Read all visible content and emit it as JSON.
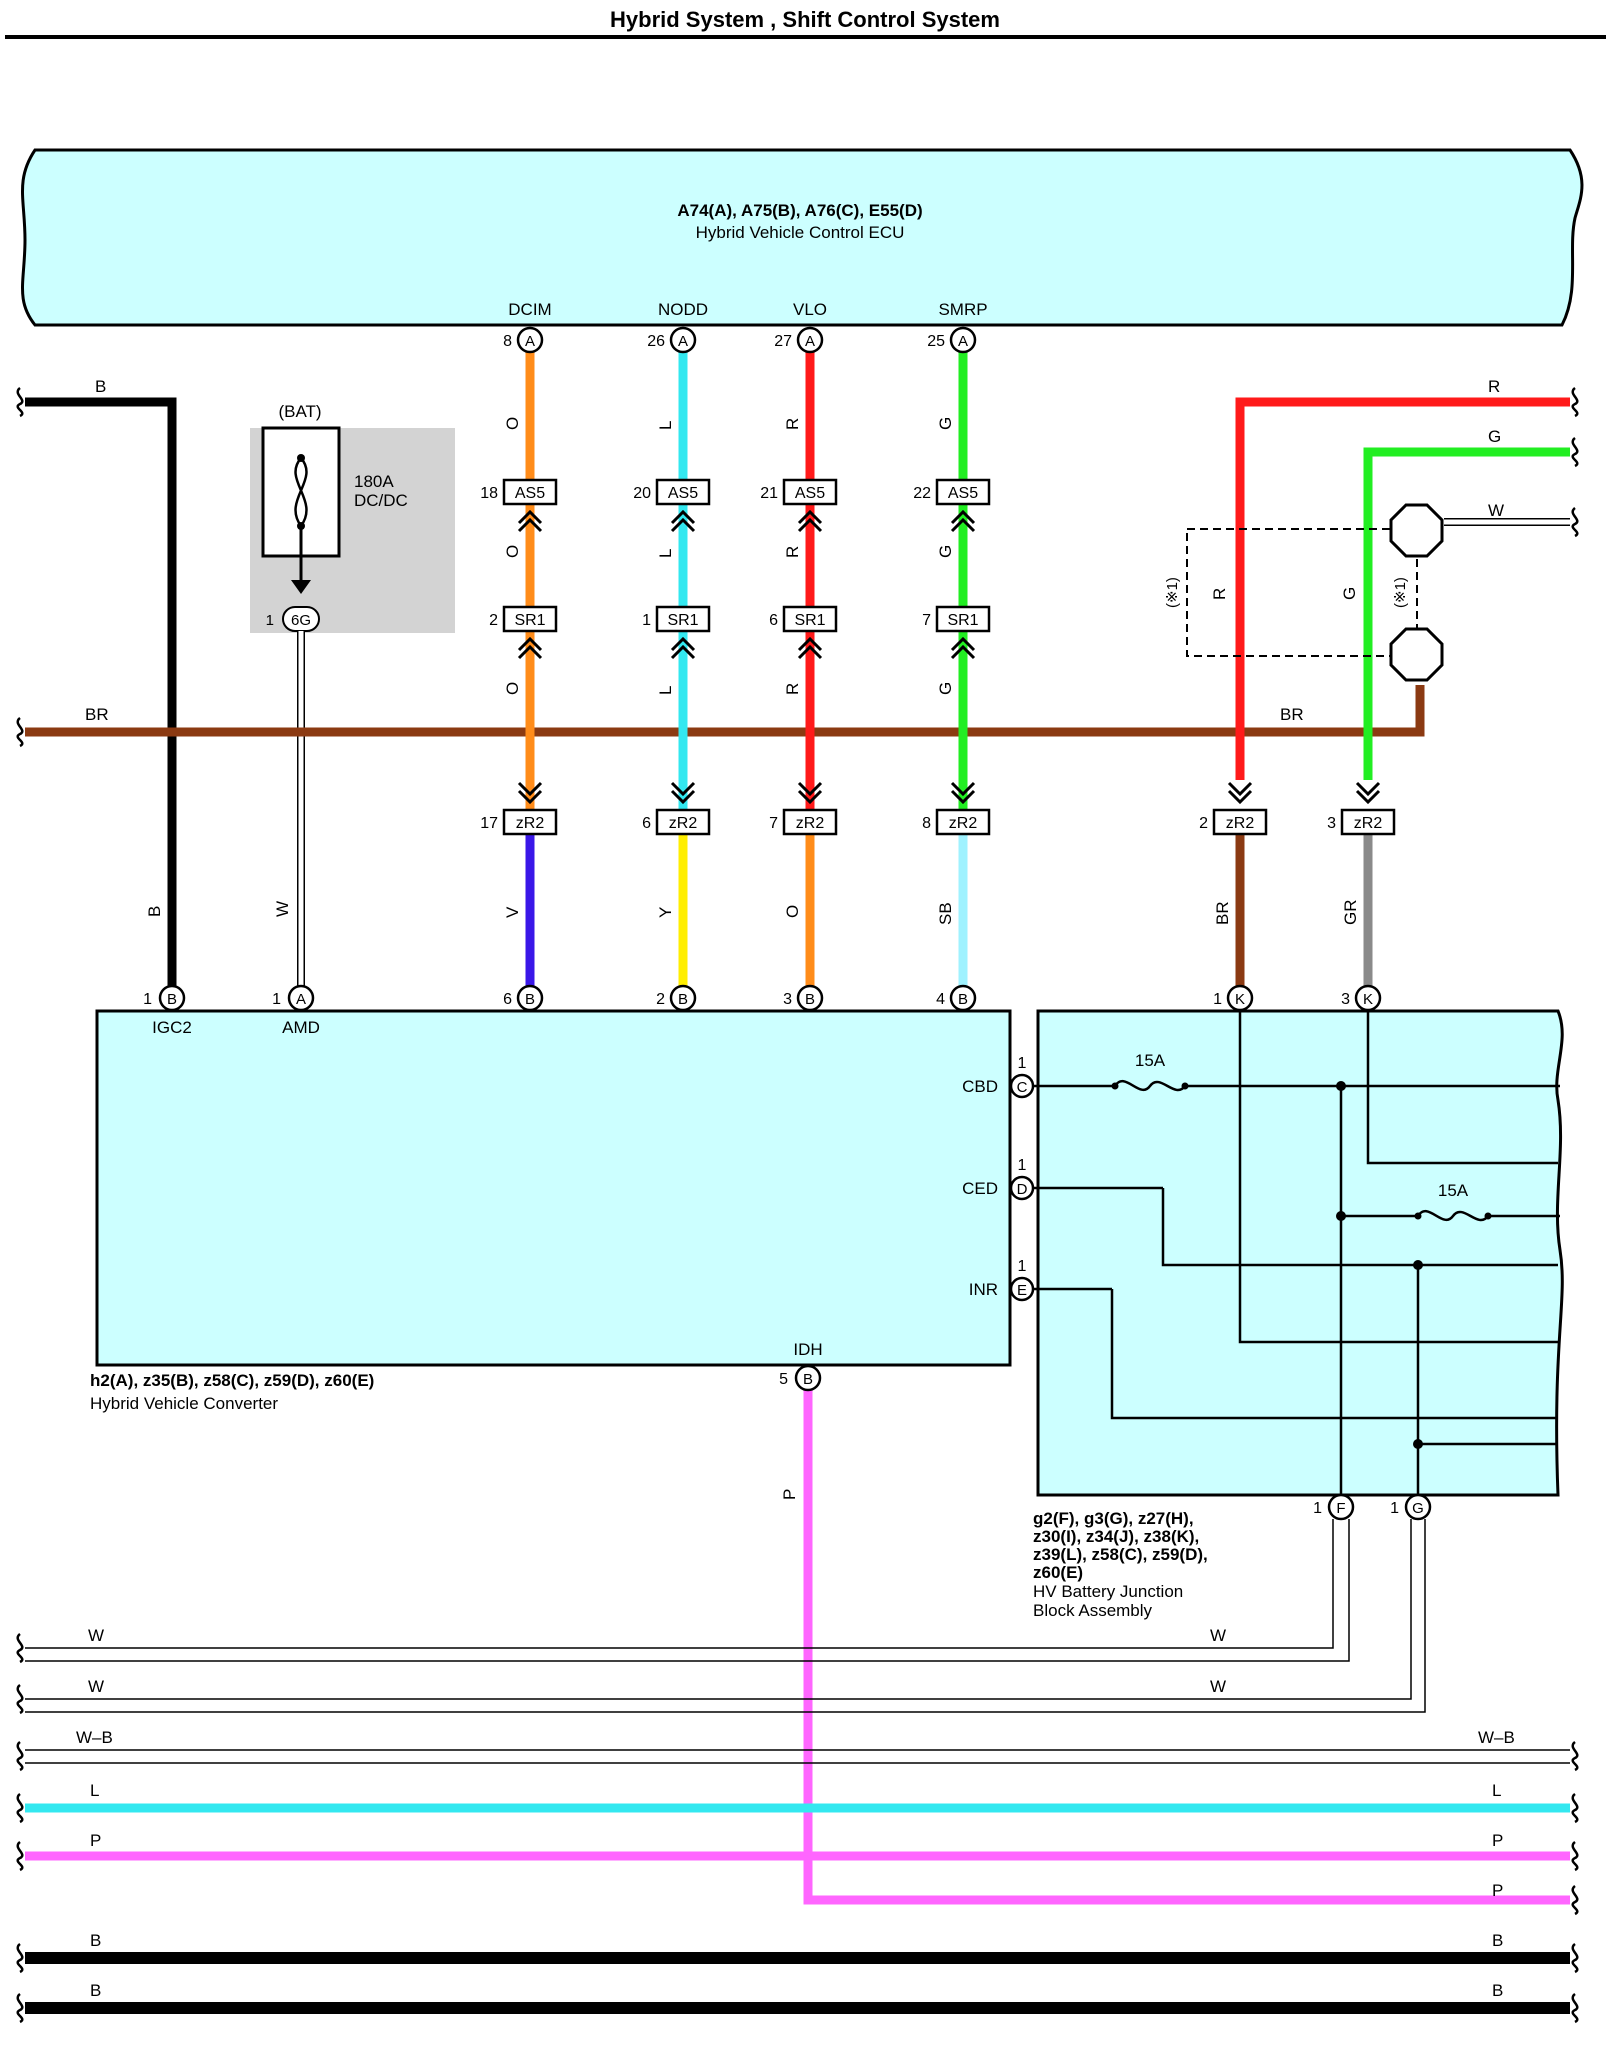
{
  "title": "Hybrid System , Shift Control System",
  "ecu": {
    "connectors": "A74(A), A75(B), A76(C), E55(D)",
    "name": "Hybrid Vehicle Control ECU",
    "terminals": [
      {
        "name": "DCIM",
        "pin": "8",
        "letter": "A"
      },
      {
        "name": "NODD",
        "pin": "26",
        "letter": "A"
      },
      {
        "name": "VLO",
        "pin": "27",
        "letter": "A"
      },
      {
        "name": "SMRP",
        "pin": "25",
        "letter": "A"
      }
    ]
  },
  "fuse_box": {
    "source": "(BAT)",
    "rating": "180A",
    "name": "DC/DC",
    "pin": "1",
    "connector": "6G"
  },
  "signal_wires": [
    {
      "upper_color_code": "O",
      "upper_color": "#ff8c1a",
      "lower_color_code": "V",
      "lower_color": "#3a17e8",
      "as5_pin": "18",
      "sr1_pin": "2",
      "zr2_pin": "17",
      "conv_pin": "6",
      "conv_letter": "B",
      "conv_name": "DCIM"
    },
    {
      "upper_color_code": "L",
      "upper_color": "#33e8f0",
      "lower_color_code": "Y",
      "lower_color": "#ffee00",
      "as5_pin": "20",
      "sr1_pin": "1",
      "zr2_pin": "6",
      "conv_pin": "2",
      "conv_letter": "B",
      "conv_name": "NODD"
    },
    {
      "upper_color_code": "R",
      "upper_color": "#ff1a1a",
      "lower_color_code": "O",
      "lower_color": "#ff8c1a",
      "as5_pin": "21",
      "sr1_pin": "6",
      "zr2_pin": "7",
      "conv_pin": "3",
      "conv_letter": "B",
      "conv_name": "VLO"
    },
    {
      "upper_color_code": "G",
      "upper_color": "#22ee22",
      "lower_color_code": "SB",
      "lower_color": "#9ff2ff",
      "as5_pin": "22",
      "sr1_pin": "7",
      "zr2_pin": "8",
      "conv_pin": "4",
      "conv_letter": "B",
      "conv_name": "SMRP"
    }
  ],
  "connector_names": {
    "as5": "AS5",
    "sr1": "SR1",
    "zr2": "zR2"
  },
  "right_wires": [
    {
      "upper_color_code": "R",
      "upper_color": "#ff1a1a",
      "lower_color_code": "BR",
      "lower_color": "#8b3a12",
      "zr2_pin": "2",
      "jb_pin": "1",
      "jb_letter": "K"
    },
    {
      "upper_color_code": "G",
      "upper_color": "#22ee22",
      "lower_color_code": "GR",
      "lower_color": "#8a8a8a",
      "zr2_pin": "3",
      "jb_pin": "3",
      "jb_letter": "K"
    }
  ],
  "right_inputs": {
    "r": "R",
    "g": "G",
    "w": "W",
    "note": "(※1)"
  },
  "br_wire": {
    "code": "BR",
    "right_code": "BR",
    "color": "#8b3a12"
  },
  "b_wire": {
    "code": "B",
    "vertical_code": "B"
  },
  "w_wire": {
    "code": "W"
  },
  "converter": {
    "connectors": "h2(A), z35(B), z58(C), z59(D), z60(E)",
    "name": "Hybrid Vehicle Converter",
    "top_terminals": [
      {
        "name": "IGC2",
        "pin": "1",
        "letter": "B"
      },
      {
        "name": "AMD",
        "pin": "1",
        "letter": "A"
      }
    ],
    "side_terminals": [
      {
        "name": "CBD",
        "pin": "1",
        "letter": "C"
      },
      {
        "name": "CED",
        "pin": "1",
        "letter": "D"
      },
      {
        "name": "INR",
        "pin": "1",
        "letter": "E"
      }
    ],
    "idh": {
      "name": "IDH",
      "pin": "5",
      "letter": "B"
    }
  },
  "p_wire": {
    "code": "P",
    "color": "#ff66ff"
  },
  "junction_block": {
    "connectors_line1": "g2(F), g3(G), z27(H),",
    "connectors_line2": "z30(I), z34(J), z38(K),",
    "connectors_line3": "z39(L), z58(C), z59(D),",
    "connectors_line4": "z60(E)",
    "name_line1": "HV Battery Junction",
    "name_line2": "Block Assembly",
    "fuse1": "15A",
    "fuse2": "15A",
    "bottom_terminals": [
      {
        "pin": "1",
        "letter": "F"
      },
      {
        "pin": "1",
        "letter": "G"
      }
    ]
  },
  "bottom_wires": [
    {
      "left_code": "W",
      "right_code": "W"
    },
    {
      "left_code": "W",
      "right_code": "W"
    },
    {
      "left_code": "W–B",
      "right_code": "W–B"
    },
    {
      "left_code": "L",
      "right_code": "L",
      "color": "#33e8f0"
    },
    {
      "left_code": "P",
      "right_code": "P",
      "color": "#ff66ff"
    },
    {
      "right_code": "P",
      "color": "#ff66ff"
    },
    {
      "left_code": "B",
      "right_code": "B"
    },
    {
      "left_code": "B",
      "right_code": "B"
    }
  ]
}
